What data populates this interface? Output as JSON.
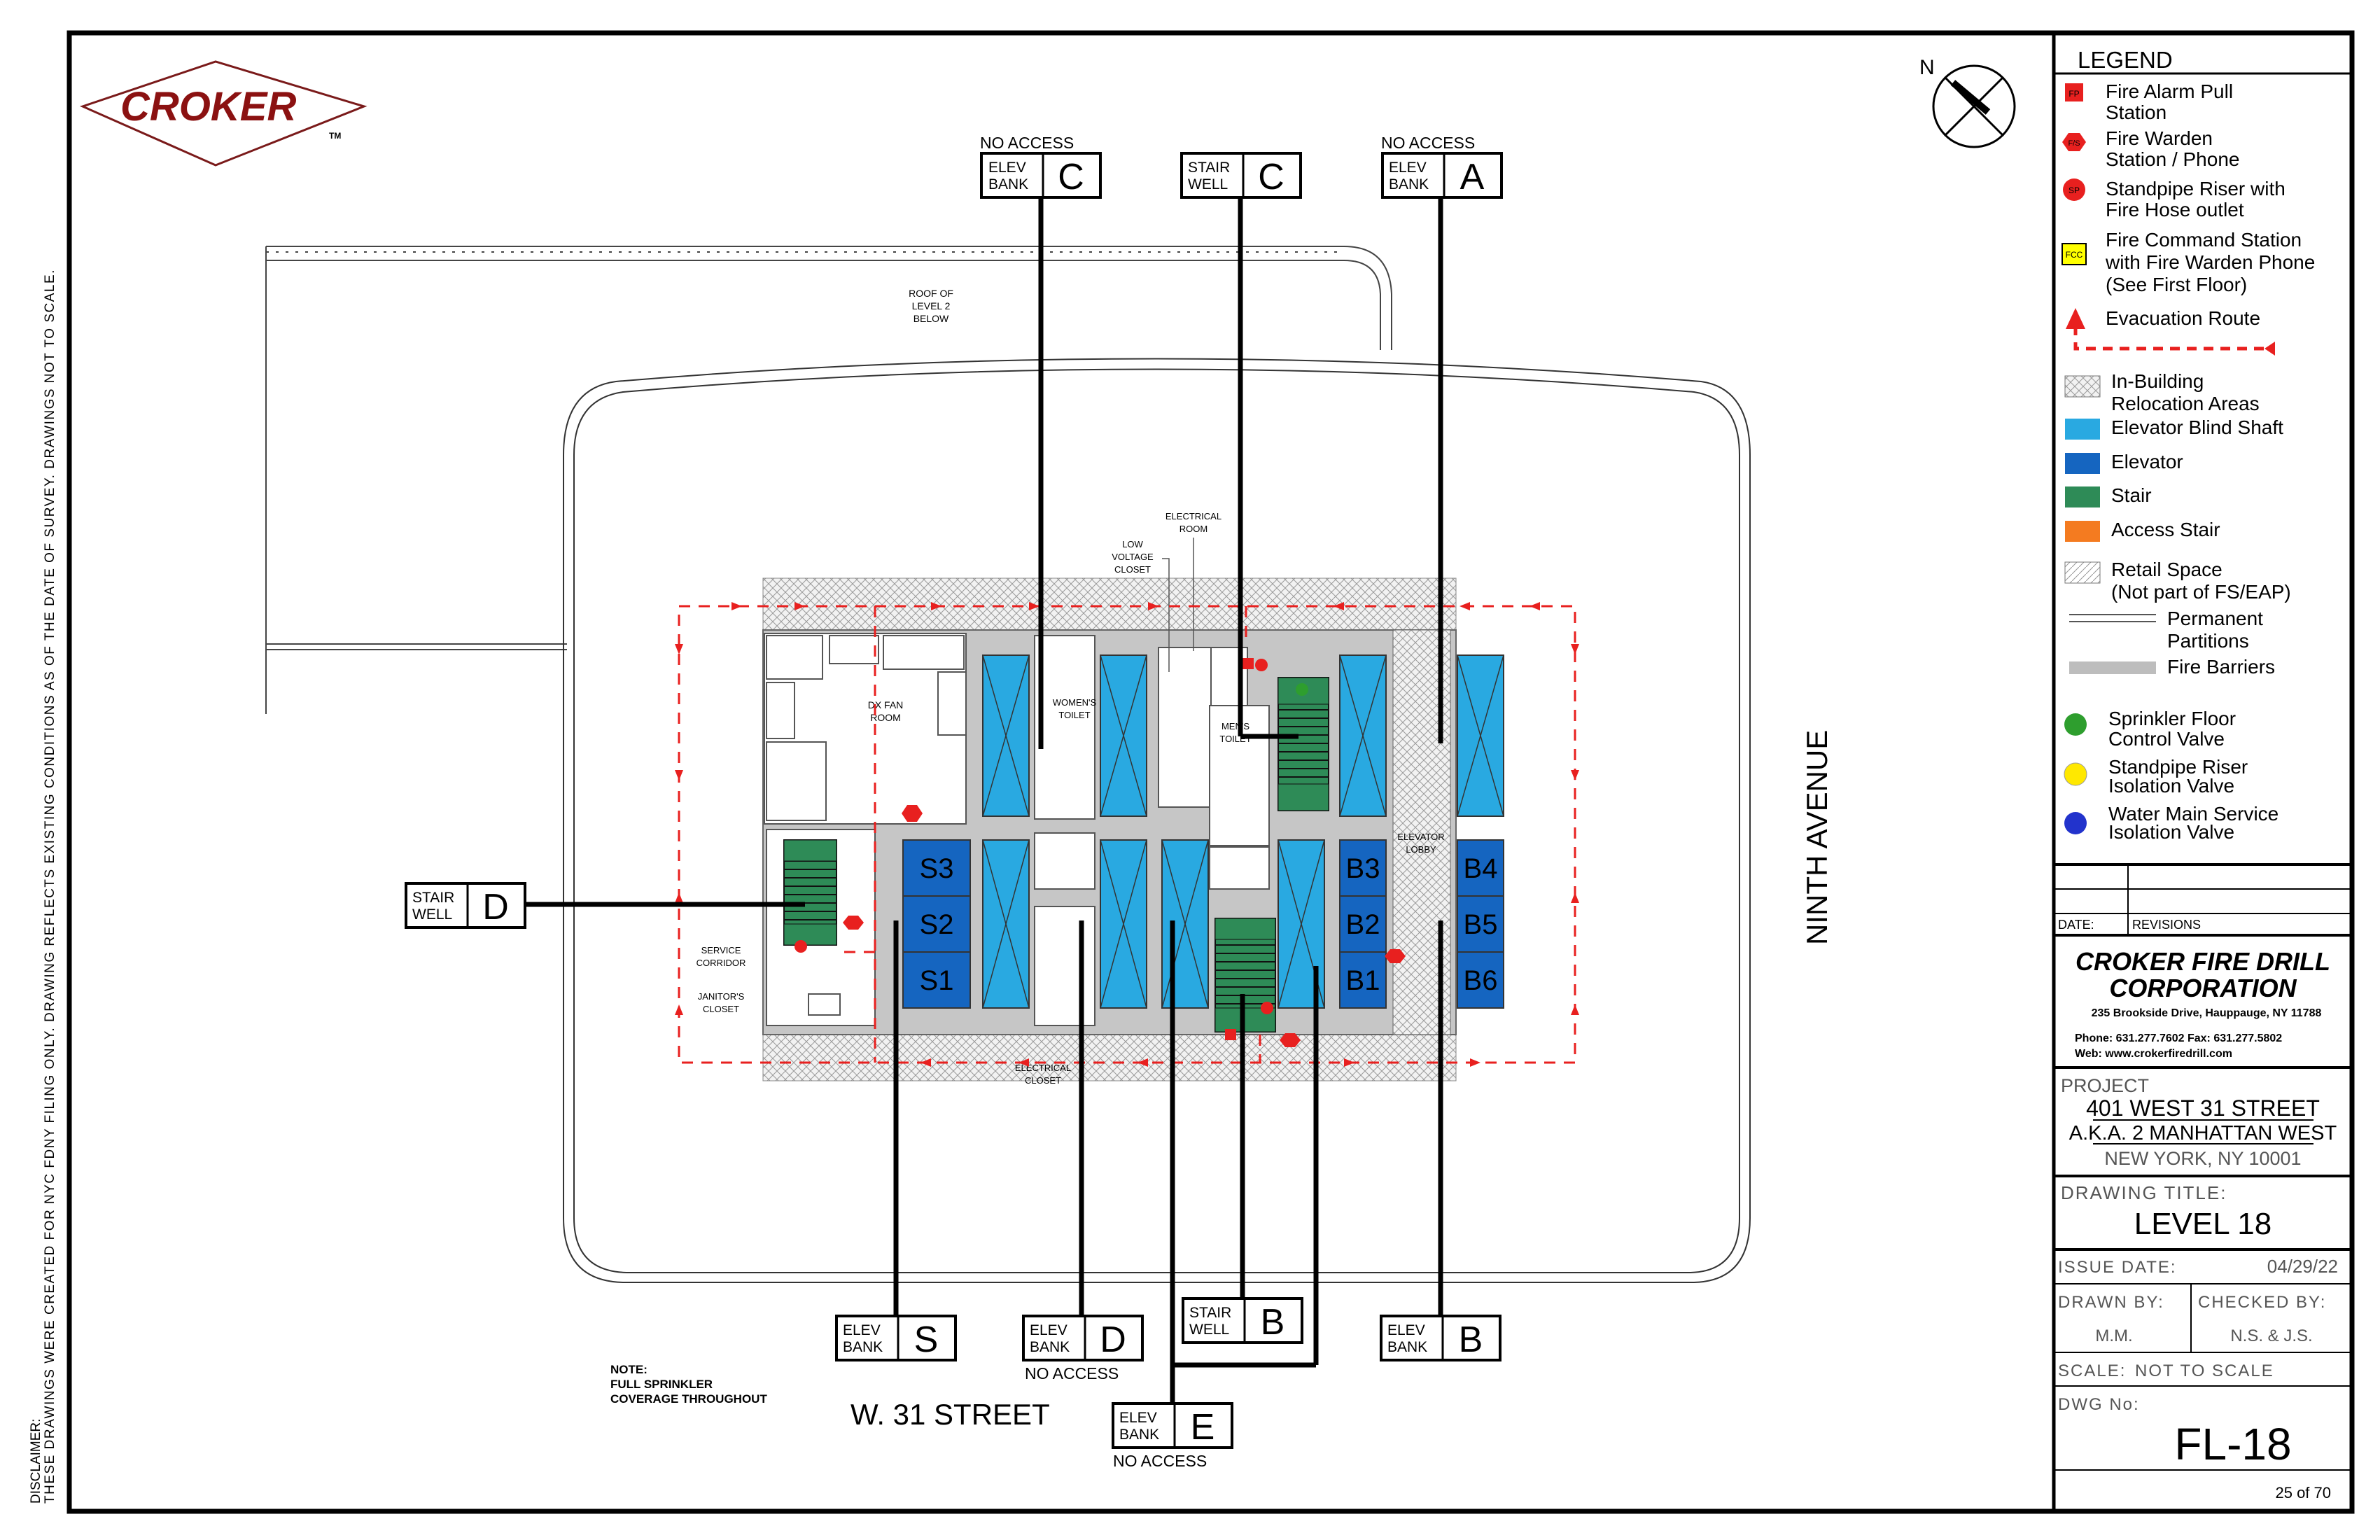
{
  "logo": {
    "name": "CROKER",
    "tm": "TM"
  },
  "north_label": "N",
  "disclaimer": {
    "line1": "DISCLAIMER:",
    "line2": "THESE DRAWINGS WERE CREATED FOR NYC FDNY FILING ONLY. DRAWING REFLECTS EXISTING CONDITIONS AS OF THE DATE OF SURVEY. DRAWINGS NOT TO SCALE."
  },
  "notes": {
    "roof_l1": "ROOF OF",
    "roof_l2": "LEVEL 2",
    "roof_l3": "BELOW",
    "sprinkler_l1": "NOTE:",
    "sprinkler_l2": "FULL SPRINKLER",
    "sprinkler_l3": "COVERAGE THROUGHOUT"
  },
  "streets": {
    "south": "W. 31 STREET",
    "east": "NINTH AVENUE"
  },
  "rooms": {
    "dx_fan_l1": "DX FAN",
    "dx_fan_l2": "ROOM",
    "womens_l1": "WOMEN'S",
    "womens_l2": "TOILET",
    "mens_l1": "MEN'S",
    "mens_l2": "TOILET",
    "low_voltage_l1": "LOW",
    "low_voltage_l2": "VOLTAGE",
    "low_voltage_l3": "CLOSET",
    "electrical_l1": "ELECTRICAL",
    "electrical_l2": "ROOM",
    "service_l1": "SERVICE",
    "service_l2": "CORRIDOR",
    "janitor_l1": "JANITOR'S",
    "janitor_l2": "CLOSET",
    "elec_closet_l1": "ELECTRICAL",
    "elec_closet_l2": "CLOSET",
    "elevator_lobby_l1": "ELEVATOR",
    "elevator_lobby_l2": "LOBBY"
  },
  "elevators": {
    "s3": "S3",
    "s2": "S2",
    "s1": "S1",
    "b3": "B3",
    "b2": "B2",
    "b1": "B1",
    "b4": "B4",
    "b5": "B5",
    "b6": "B6"
  },
  "callouts": {
    "no_access": "NO ACCESS",
    "elev_l1": "ELEV",
    "elev_l2": "BANK",
    "stair_l1": "STAIR",
    "stair_l2": "WELL",
    "elev_c": "C",
    "stair_c": "C",
    "elev_a": "A",
    "stair_d": "D",
    "elev_s": "S",
    "elev_d": "D",
    "stair_b": "B",
    "elev_b": "B",
    "elev_e": "E"
  },
  "legend": {
    "title": "LEGEND",
    "fire_alarm_l1": "Fire Alarm Pull",
    "fire_alarm_l2": "Station",
    "fire_warden_l1": "Fire Warden",
    "fire_warden_l2": "Station / Phone",
    "standpipe_l1": "Standpipe Riser with",
    "standpipe_l2": "Fire Hose outlet",
    "fcc_l1": "Fire Command Station",
    "fcc_l2": "with Fire Warden Phone",
    "fcc_l3": "(See First Floor)",
    "evac": "Evacuation  Route",
    "relocation_l1": "In-Building",
    "relocation_l2": "Relocation Areas",
    "blind_shaft": "Elevator Blind Shaft",
    "elevator": "Elevator",
    "stair": "Stair",
    "access_stair": "Access Stair",
    "retail_l1": "Retail Space",
    "retail_l2": "(Not part of FS/EAP)",
    "partitions_l1": "Permanent",
    "partitions_l2": "Partitions",
    "barriers": "Fire Barriers",
    "sprinkler_l1": "Sprinkler Floor",
    "sprinkler_l2": "Control Valve",
    "riser_iso_l1": "Standpipe Riser",
    "riser_iso_l2": "Isolation Valve",
    "water_main_l1": "Water Main Service",
    "water_main_l2": "Isolation Valve",
    "sym_fp": "FP",
    "sym_fw": "F/S",
    "sym_sp": "SP",
    "sym_fcc": "FCC",
    "colors": {
      "blind_shaft": "#29a9e1",
      "elevator": "#1565c0",
      "stair": "#2e8b57",
      "access_stair": "#f47b20",
      "fire_red": "#e8201f",
      "fcc_yellow": "#ffff00"
    }
  },
  "title_block": {
    "date_label": "DATE:",
    "revisions_label": "REVISIONS",
    "company_l1": "CROKER FIRE DRILL",
    "company_l2": "CORPORATION",
    "address": "235 Brookside Drive, Hauppauge, NY 11788",
    "phone": "Phone: 631.277.7602  Fax: 631.277.5802",
    "web": "Web: www.crokerfiredrill.com",
    "project_label": "PROJECT",
    "project_l1": "401 WEST 31 STREET",
    "project_l2": "A.K.A. 2 MANHATTAN WEST",
    "project_l3": "NEW YORK, NY 10001",
    "drawing_title_label": "DRAWING TITLE:",
    "drawing_title": "LEVEL 18",
    "issue_date_label": "ISSUE DATE:",
    "issue_date": "04/29/22",
    "drawn_by_label": "DRAWN BY:",
    "drawn_by": "M.M.",
    "checked_by_label": "CHECKED BY:",
    "checked_by": "N.S. & J.S.",
    "scale_label": "SCALE:",
    "scale": "NOT TO SCALE",
    "dwg_no_label": "DWG No:",
    "dwg_no": "FL-18",
    "page": "25 of 70"
  }
}
